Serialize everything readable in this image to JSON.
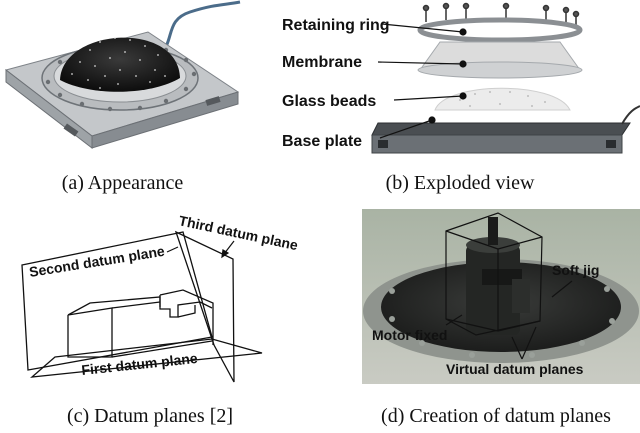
{
  "panels": {
    "a": {
      "caption": "(a)  Appearance"
    },
    "b": {
      "caption": "(b)  Exploded view",
      "labels": {
        "retaining_ring": "Retaining ring",
        "membrane": "Membrane",
        "glass_beads": "Glass beads",
        "base_plate": "Base plate"
      }
    },
    "c": {
      "caption": "(c)  Datum planes [2]",
      "labels": {
        "third": "Third datum plane",
        "second": "Second datum plane",
        "first": "First datum plane"
      }
    },
    "d": {
      "caption": "(d)  Creation of datum planes",
      "labels": {
        "soft_jig": "Soft jig",
        "motor_fixed": "Motor fixed",
        "virtual_datum_planes": "Virtual datum planes"
      }
    }
  }
}
